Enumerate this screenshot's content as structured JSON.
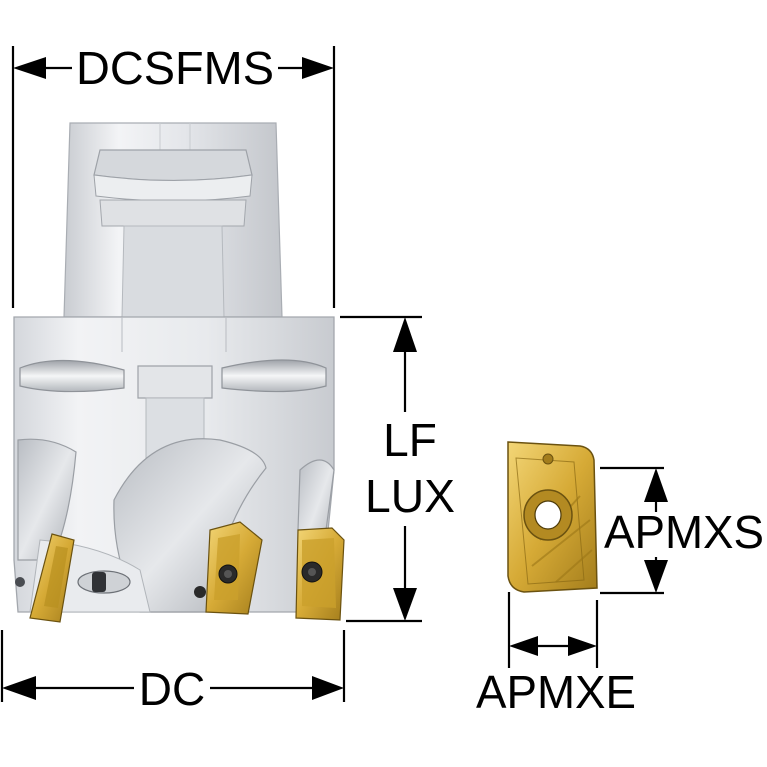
{
  "labels": {
    "shank_diameter": "DCSFMS",
    "functional_length": "LF",
    "usable_length": "LUX",
    "cutting_diameter": "DC",
    "insert_depth": "APMXS",
    "insert_width": "APMXE"
  },
  "colors": {
    "dimension_line": "#000000",
    "body_light": "#eef0f3",
    "body_shade": "#c4c8ce",
    "insert_gold": "#d9b040",
    "insert_dark": "#8a6a14",
    "screw": "#2a2a2a"
  },
  "icons": [
    "arrow-icon",
    "screw-icon",
    "insert-hole-icon"
  ]
}
